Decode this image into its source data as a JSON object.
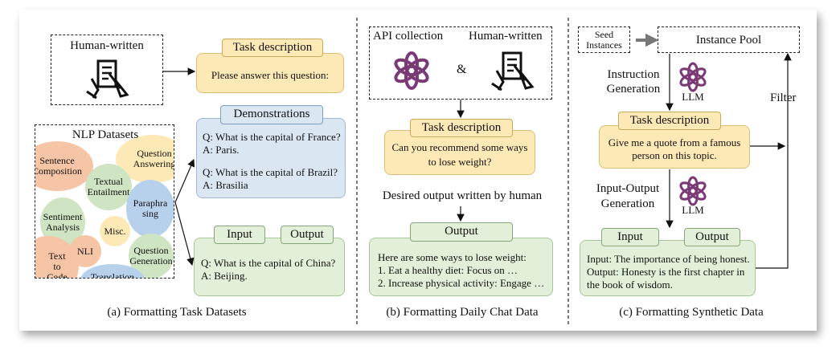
{
  "panel_a": {
    "human_written": "Human-written",
    "nlp_datasets": "NLP  Datasets",
    "bubbles": {
      "sentence_composition": "Sentence Composition",
      "question_answering": "Question Answering",
      "textual_entailment": "Textual Entailment",
      "paraphrasing": "Paraphra sing",
      "sentiment_analysis": "Sentiment Analysis",
      "misc": "Misc.",
      "question_generation": "Question Generation",
      "text_to_code": "Text to Code",
      "nli": "NLI",
      "translation": "Translation"
    },
    "task_description_title": "Task description",
    "task_description_text": "Please answer this question:",
    "demonstrations_title": "Demonstrations",
    "demo_q1": "Q: What is the capital of France?",
    "demo_a1": "A: Paris.",
    "demo_q2": "Q: What is the capital of Brazil?",
    "demo_a2": "A: Brasilia",
    "input_title": "Input",
    "output_title": "Output",
    "io_q": "Q: What is the capital of China?",
    "io_a": "A: Beijing.",
    "caption": "(a) Formatting Task Datasets"
  },
  "panel_b": {
    "api_collection": "API collection",
    "amp": "&",
    "human_written": "Human-written",
    "task_description_title": "Task description",
    "task_description_text": "Can you recommend some ways to lose weight?",
    "desired_output": "Desired output written by human",
    "output_title": "Output",
    "output_line1": "Here are some ways to lose weight:",
    "output_line2": "1. Eat a healthy diet: Focus on …",
    "output_line3": "2. Increase physical activity: Engage …",
    "caption": "(b) Formatting Daily Chat Data"
  },
  "panel_c": {
    "seed_instances": "Seed Instances",
    "instance_pool": "Instance Pool",
    "instruction_generation": "Instruction Generation",
    "llm1": "LLM",
    "filter": "Filter",
    "task_description_title": "Task description",
    "task_description_text": "Give me a quote from a famous person on this topic.",
    "io_generation": "Input-Output Generation",
    "llm2": "LLM",
    "input_title": "Input",
    "output_title": "Output",
    "io_line1": "Input: The importance of being honest.",
    "io_line2": "Output: Honesty is the first chapter in the book of wisdom.",
    "caption": "(c) Formatting Synthetic Data"
  },
  "colors": {
    "yellow": "#fde9b6",
    "blue": "#dbe6f3",
    "green": "#e2efd9",
    "orange": "#f6b89a",
    "purple": "#7b3a75"
  }
}
